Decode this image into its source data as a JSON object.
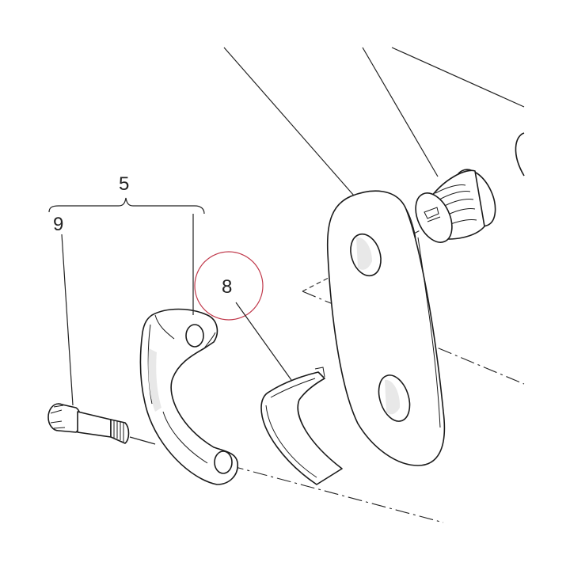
{
  "callouts": {
    "group_label": "5",
    "bolt_label": "9",
    "bearing_label": "8"
  },
  "colors": {
    "line": "#222222",
    "highlight_circle": "#c0394b",
    "background": "#ffffff"
  }
}
